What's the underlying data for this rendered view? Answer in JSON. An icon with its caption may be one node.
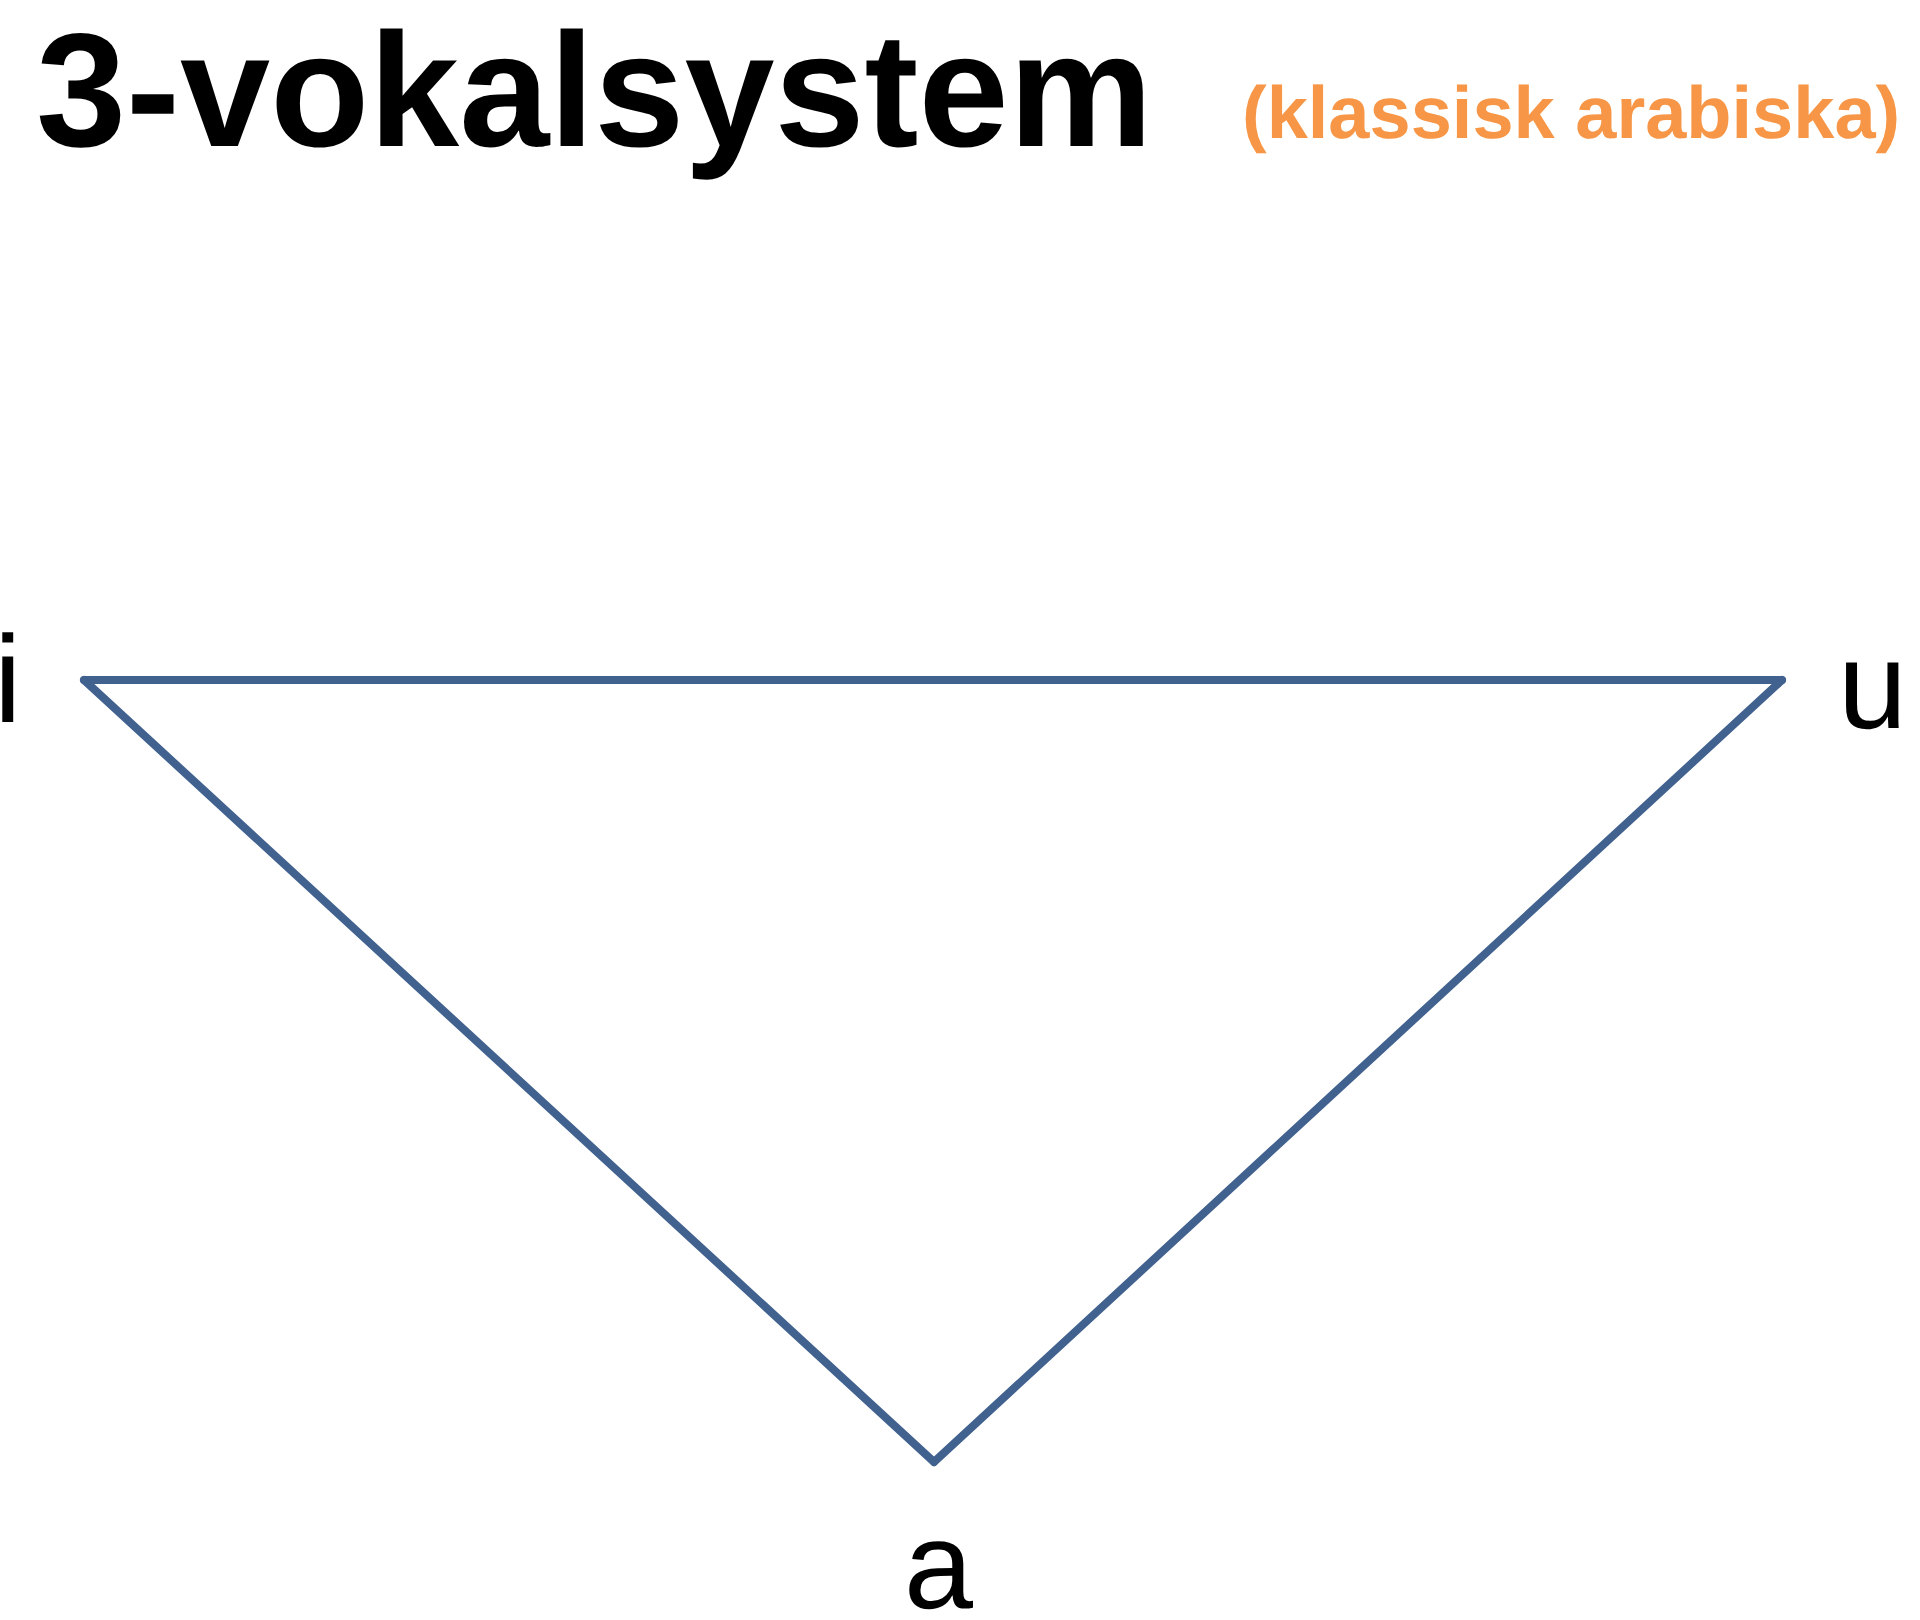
{
  "diagram": {
    "title": "3-vokalsystem",
    "nodes": [
      {
        "text": [
          "i"
        ]
      },
      {
        "text": [
          "u"
        ]
      },
      {
        "text": [
          "a"
        ]
      }
    ],
    "edges": [
      {
        "from": 0,
        "to": 1,
        "arrow": "none"
      },
      {
        "from": 1,
        "to": 2,
        "arrow": "none"
      },
      {
        "from": 2,
        "to": 0,
        "arrow": "none"
      }
    ],
    "labels": [
      "(klassisk arabiska)"
    ]
  }
}
